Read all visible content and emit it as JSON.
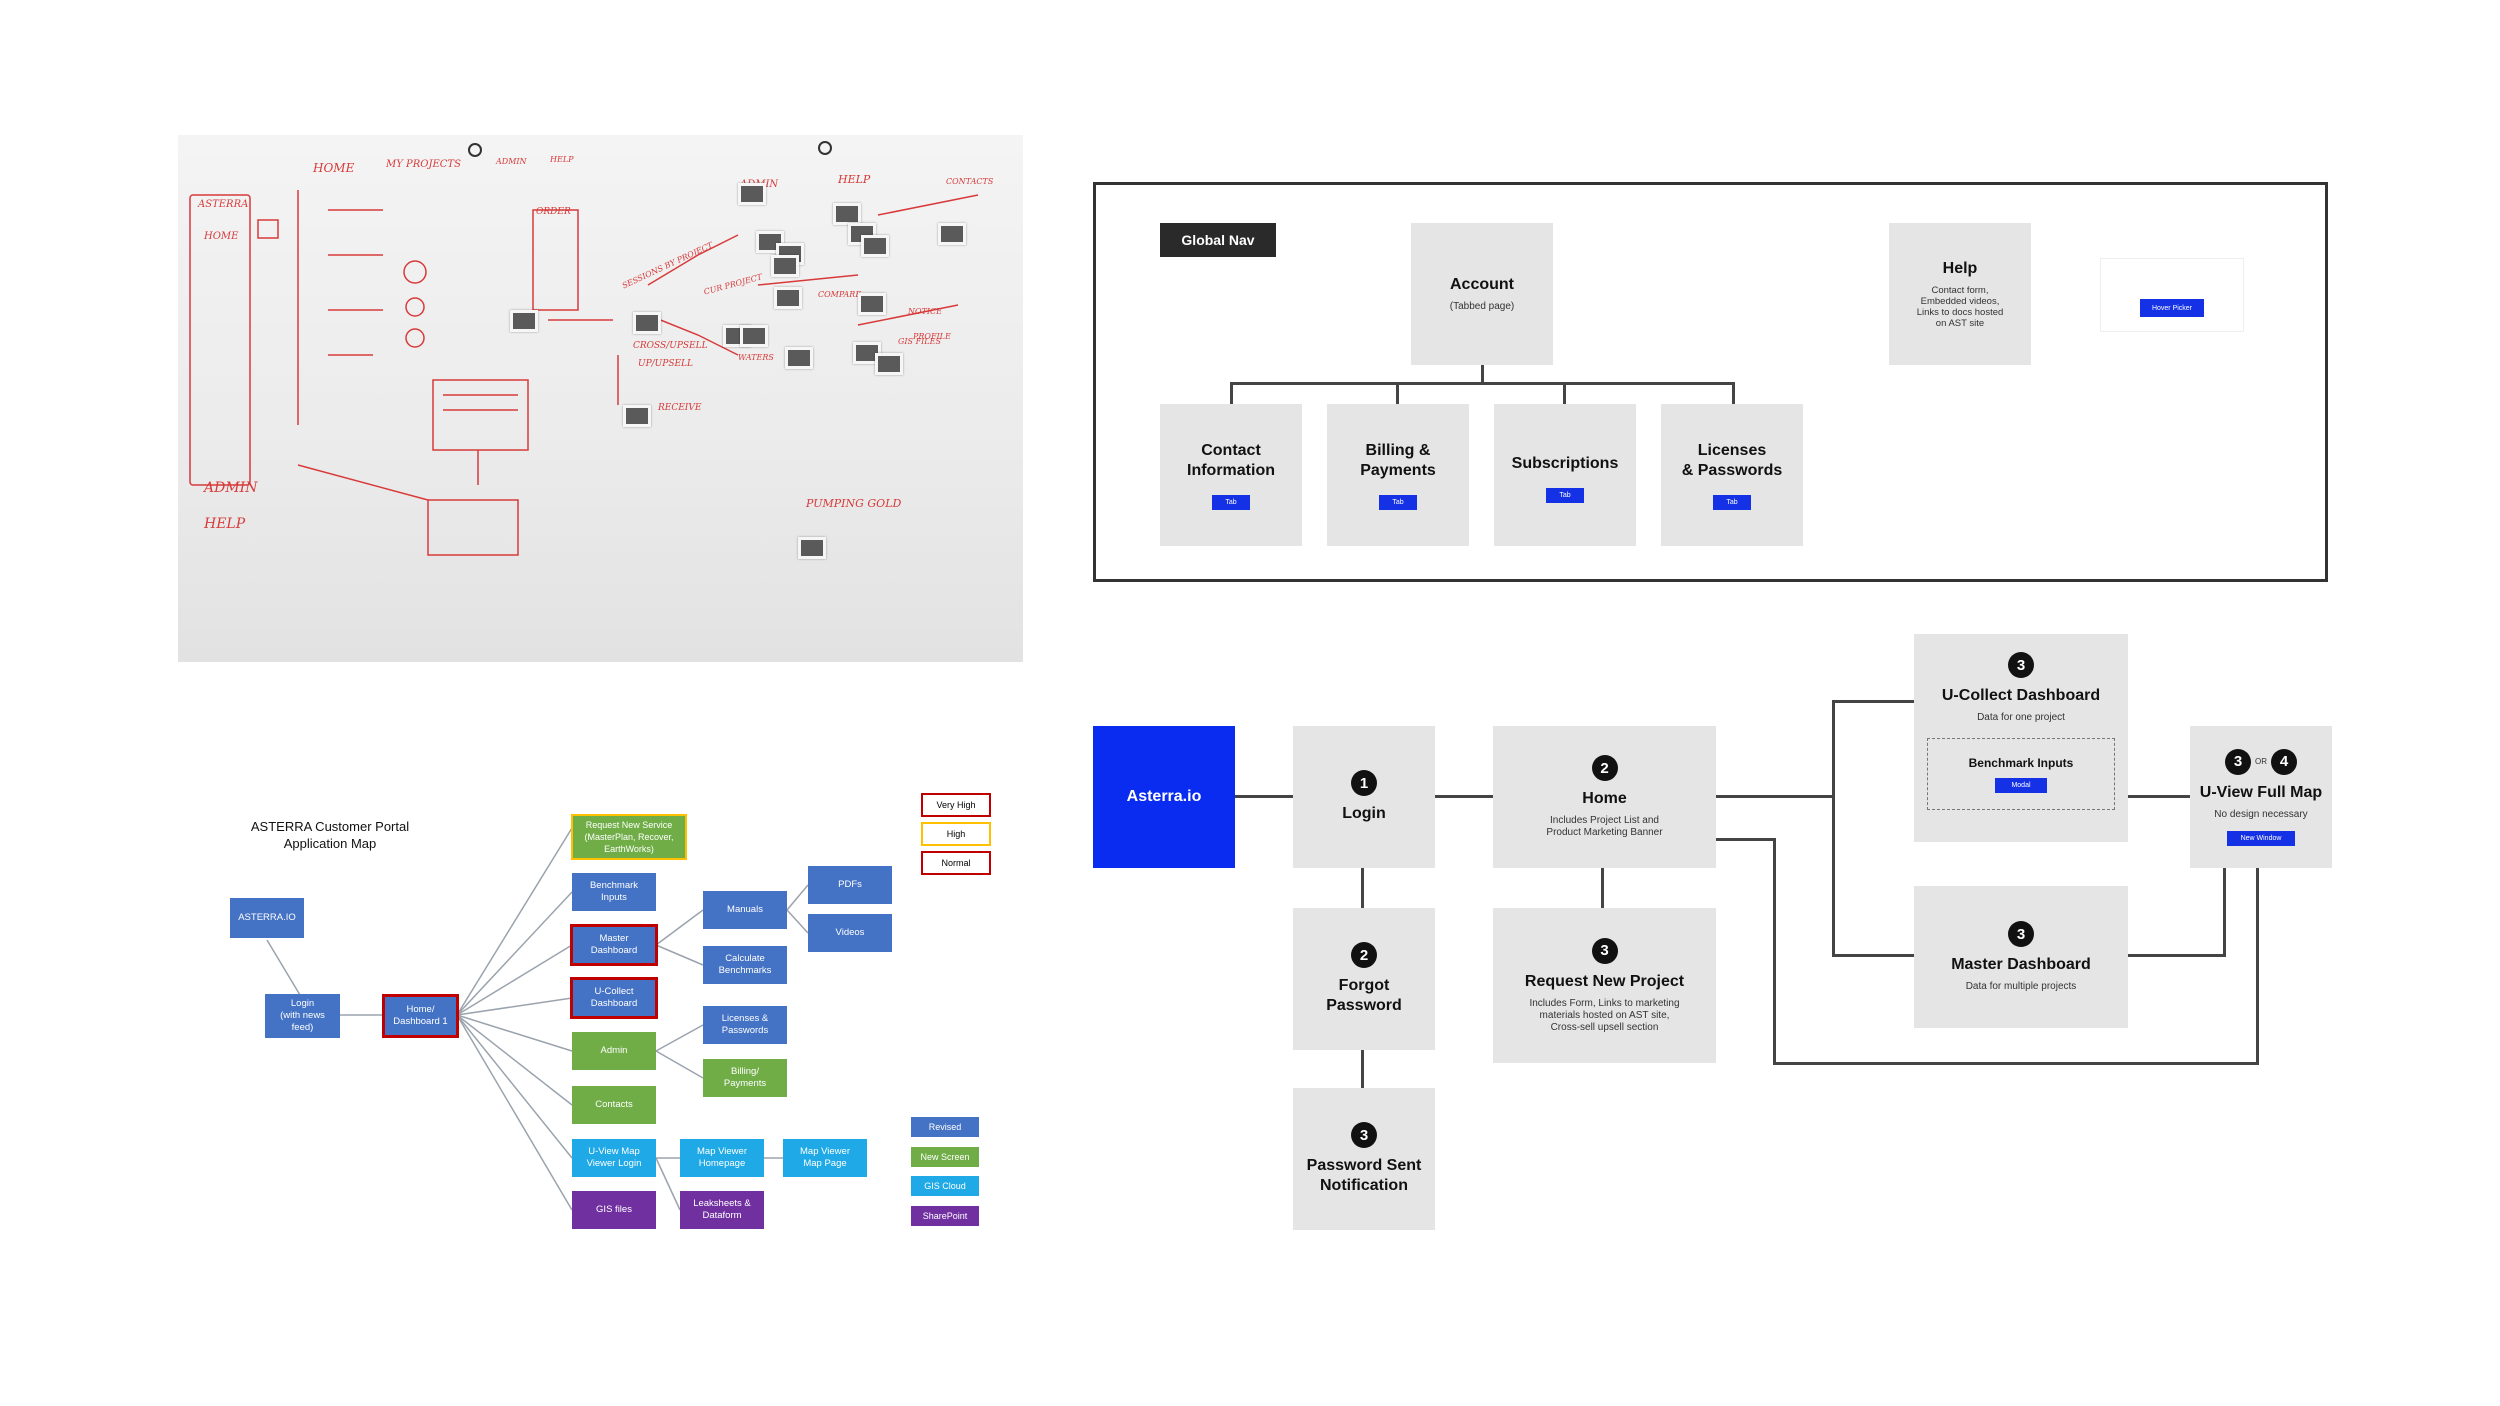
{
  "whiteboard": {
    "labels": [
      "HOME",
      "MY PROJECTS",
      "ADMIN",
      "HELP",
      "ASTERRA",
      "HOME",
      "ADMIN",
      "HELP",
      "ADMIN",
      "HELP",
      "CONTACTS",
      "ORDER",
      "COMPARE",
      "SESSIONS BY PROJECT",
      "CUR PROJECT",
      "CROSS/UPSELL",
      "UP/UPSELL",
      "RECEIVE",
      "PUMPING GOLD",
      "WATERS",
      "NOTICE",
      "PROFILE",
      "GIS FILES"
    ]
  },
  "sitemap": {
    "global_nav_label": "Global Nav",
    "account": {
      "title": "Account",
      "sub": "(Tabbed page)"
    },
    "help": {
      "title": "Help",
      "sub": "Contact form,\nEmbedded videos,\nLinks to docs hosted\non AST site"
    },
    "hover_picker": "Hover Picker",
    "tabs": [
      {
        "title": "Contact\nInformation",
        "btn": "Tab"
      },
      {
        "title": "Billing &\nPayments",
        "btn": "Tab"
      },
      {
        "title": "Subscriptions",
        "btn": "Tab"
      },
      {
        "title": "Licenses\n& Passwords",
        "btn": "Tab"
      }
    ]
  },
  "flow": {
    "asterra": "Asterra.io",
    "login": {
      "num": "1",
      "title": "Login"
    },
    "home": {
      "num": "2",
      "title": "Home",
      "sub": "Includes Project List and\nProduct Marketing Banner"
    },
    "forgot": {
      "num": "2",
      "title": "Forgot\nPassword"
    },
    "sent": {
      "num": "3",
      "title": "Password Sent\nNotification"
    },
    "request": {
      "num": "3",
      "title": "Request New Project",
      "sub": "Includes Form, Links to marketing\nmaterials hosted on AST site,\nCross-sell upsell section"
    },
    "ucollect": {
      "num": "3",
      "title": "U-Collect Dashboard",
      "sub": "Data for one project",
      "inner_title": "Benchmark Inputs",
      "inner_btn": "Modal"
    },
    "master": {
      "num": "3",
      "title": "Master Dashboard",
      "sub": "Data for multiple projects"
    },
    "uview": {
      "num1": "3",
      "or": "OR",
      "num2": "4",
      "title": "U-View Full Map",
      "sub": "No design necessary",
      "btn": "New Window"
    }
  },
  "appmap": {
    "title": "ASTERRA Customer Portal\nApplication Map",
    "nodes": {
      "asterra_io": "ASTERRA.IO",
      "login": "Login\n(with news\nfeed)",
      "home": "Home/\nDashboard 1",
      "request": "Request New Service\n(MasterPlan, Recover,\nEarthWorks)",
      "benchmark": "Benchmark\nInputs",
      "master": "Master\nDashboard",
      "ucollect": "U-Collect\nDashboard",
      "admin": "Admin",
      "contacts": "Contacts",
      "uview": "U-View Map\nViewer Login",
      "gis": "GIS files",
      "manuals": "Manuals",
      "calc": "Calculate\nBenchmarks",
      "licenses": "Licenses &\nPasswords",
      "billing": "Billing/\nPayments",
      "pdfs": "PDFs",
      "videos": "Videos",
      "mv_home": "Map Viewer\nHomepage",
      "mv_map": "Map Viewer\nMap Page",
      "leaksheets": "Leaksheets &\nDataform"
    },
    "priority": [
      "Very High",
      "High",
      "Normal"
    ],
    "legend": [
      "Revised",
      "New Screen",
      "GIS Cloud",
      "SharePoint"
    ],
    "colors": {
      "blue": "#4472c4",
      "green": "#70ad47",
      "cyan": "#1fa9e6",
      "purple": "#7030a0",
      "red": "#c00000",
      "yellow": "#ffc000"
    }
  }
}
